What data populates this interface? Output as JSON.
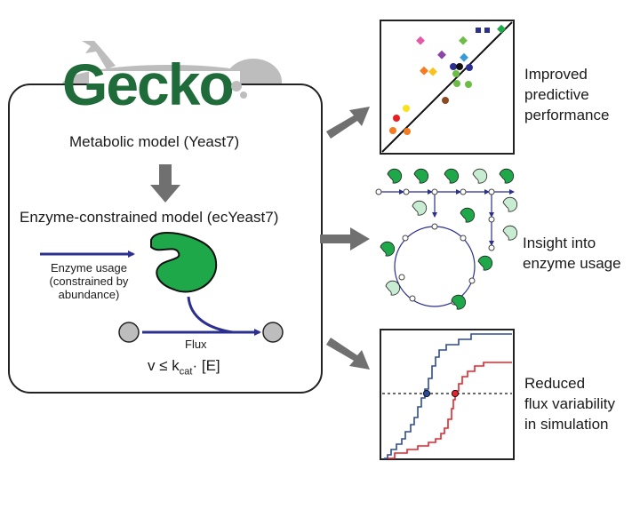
{
  "logo": {
    "text": "Gecko"
  },
  "model_box": {
    "metabolic_label": "Metabolic model (Yeast7)",
    "enzyme_label": "Enzyme-constrained model (ecYeast7)",
    "enzyme_usage_lines": [
      "Enzyme usage",
      "(constrained by",
      "abundance)"
    ],
    "flux_label": "Flux",
    "equation": {
      "prefix": "v ≤ k",
      "subscript": "cat",
      "suffix": "· [E]"
    }
  },
  "outcomes": [
    {
      "lines": [
        "Improved",
        "predictive",
        "performance"
      ]
    },
    {
      "lines": [
        "Insight into",
        "enzyme usage"
      ]
    },
    {
      "lines": [
        "Reduced",
        "flux variability",
        "in simulation"
      ]
    }
  ],
  "colors": {
    "logo_green": "#1f6b3a",
    "enzyme_green": "#1ea84a",
    "arrow_gray": "#707070",
    "flux_blue": "#2b2f8f",
    "cdf_blue": "#2c4a9a",
    "cdf_red": "#e8222a"
  }
}
